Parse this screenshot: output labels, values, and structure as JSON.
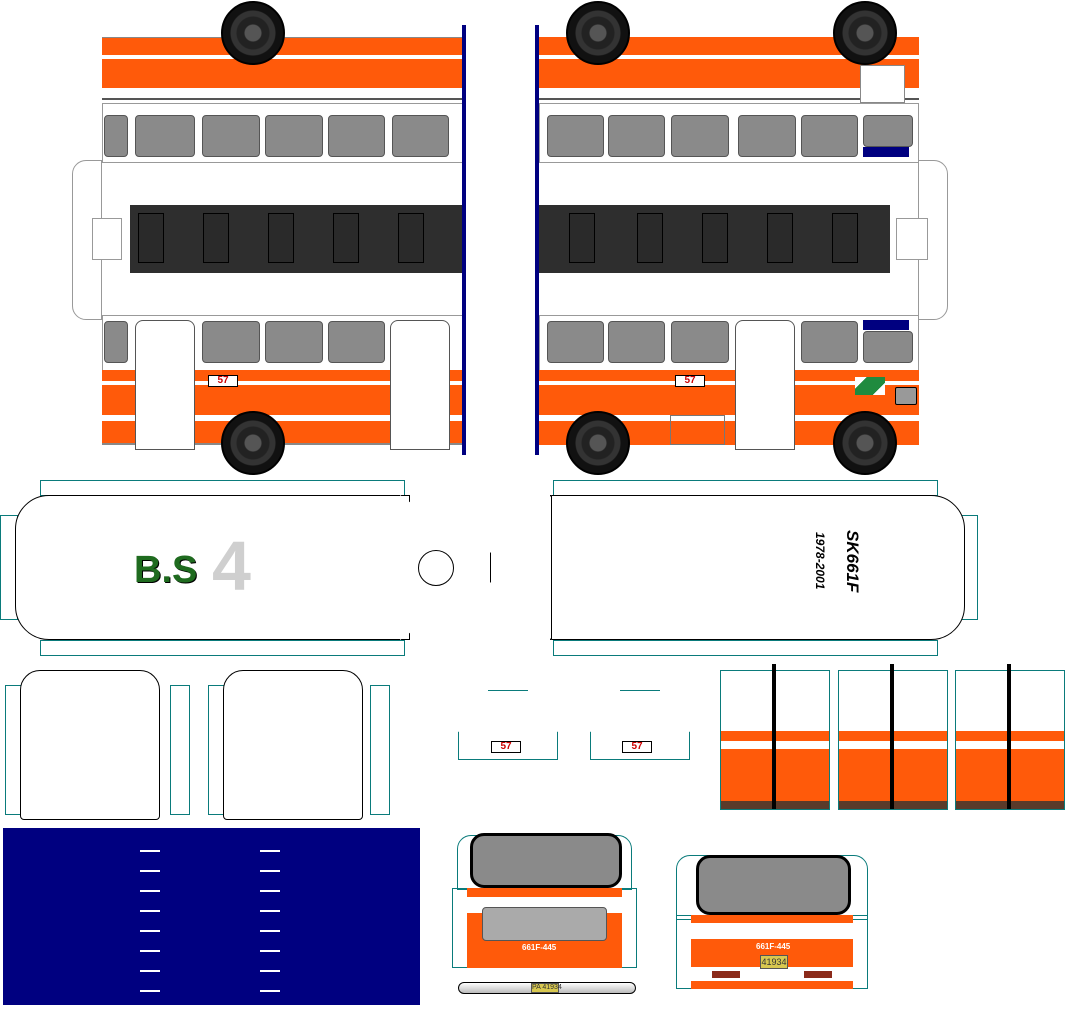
{
  "sheet": {
    "route_number": "57",
    "logo_text": "B.S",
    "logo_number": "4",
    "fleet_number": "SK661F",
    "service_years": "1978-2001",
    "front_code": "661F-445",
    "rear_code": "661F-445",
    "rear_plate": "41934",
    "bumper_plate": "PA 41934"
  },
  "colors": {
    "orange": "#ff5a0a",
    "navy": "#000080",
    "teal_tabs": "#0a7b7b",
    "logo_green": "#1f6b1f"
  }
}
